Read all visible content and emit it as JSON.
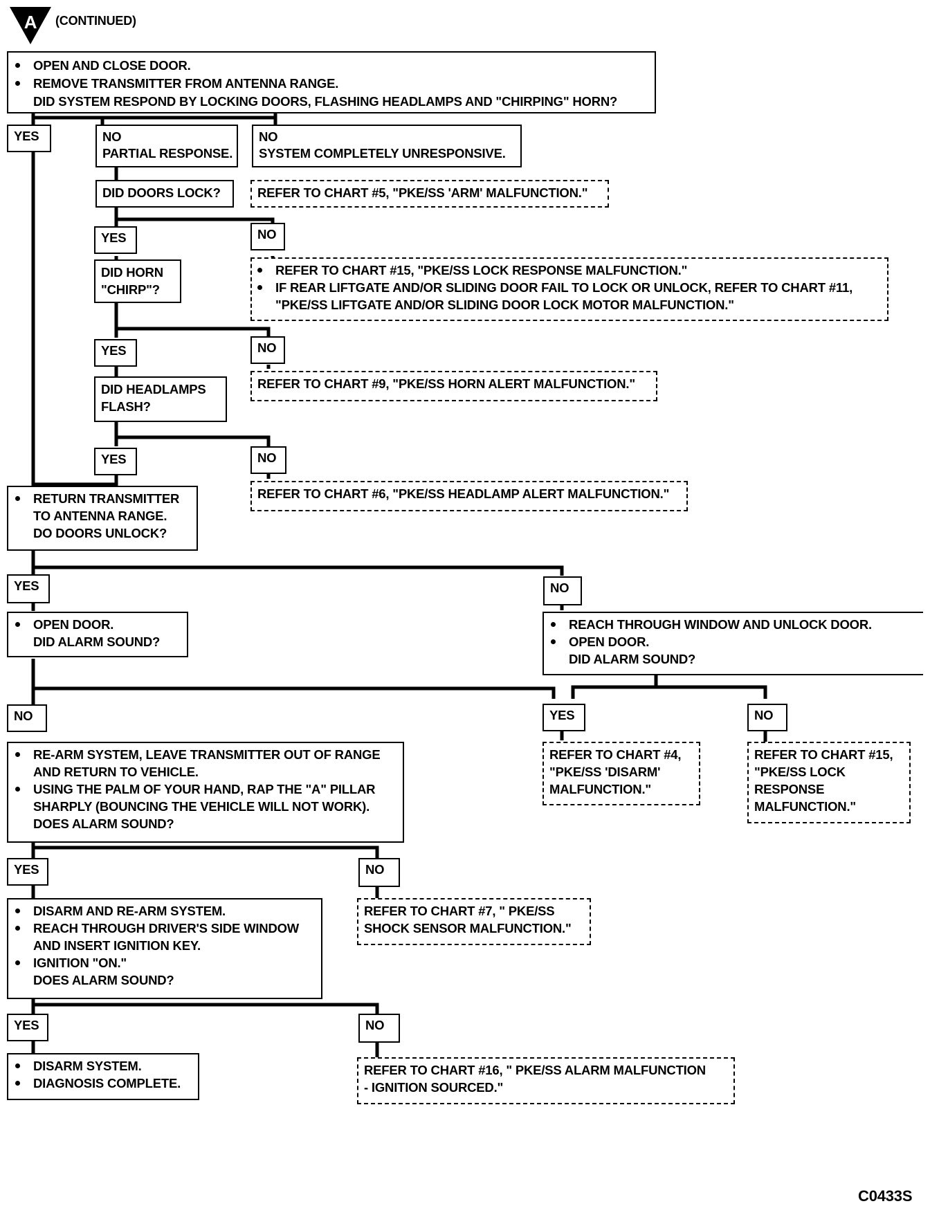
{
  "header": {
    "marker_letter": "A",
    "continued": "(CONTINUED)"
  },
  "figure_code": "C0433S",
  "nodes": {
    "q1": {
      "lines": [
        {
          "bullet": true,
          "text": "OPEN AND CLOSE DOOR."
        },
        {
          "bullet": true,
          "text": "REMOVE TRANSMITTER FROM ANTENNA RANGE."
        },
        {
          "bullet": false,
          "text": "DID SYSTEM RESPOND BY LOCKING DOORS, FLASHING HEADLAMPS AND \"CHIRPING\" HORN?"
        }
      ]
    },
    "yes1": {
      "text": "YES"
    },
    "no_partial": {
      "lines": [
        "NO",
        "PARTIAL RESPONSE."
      ]
    },
    "no_unresp": {
      "lines": [
        "NO",
        "SYSTEM COMPLETELY UNRESPONSIVE."
      ]
    },
    "q_doors_lock": {
      "text": "DID DOORS LOCK?"
    },
    "ref5": {
      "text": "REFER TO CHART #5, \"PKE/SS 'ARM' MALFUNCTION.\""
    },
    "yes2": {
      "text": "YES"
    },
    "no2": {
      "text": "NO"
    },
    "q_horn": {
      "lines": [
        "DID HORN",
        "\"CHIRP\"?"
      ]
    },
    "ref15a": {
      "lines": [
        {
          "bullet": true,
          "text": "REFER TO CHART #15, \"PKE/SS LOCK RESPONSE MALFUNCTION.\""
        },
        {
          "bullet": true,
          "text": "IF REAR LIFTGATE AND/OR SLIDING DOOR FAIL TO LOCK OR UNLOCK, REFER TO CHART #11,"
        },
        {
          "bullet": false,
          "text": "\"PKE/SS LIFTGATE AND/OR SLIDING DOOR LOCK MOTOR MALFUNCTION.\""
        }
      ]
    },
    "yes3": {
      "text": "YES"
    },
    "no3": {
      "text": "NO"
    },
    "q_headlamps": {
      "lines": [
        "DID HEADLAMPS",
        "FLASH?"
      ]
    },
    "ref9": {
      "text": "REFER TO CHART #9, \"PKE/SS HORN ALERT MALFUNCTION.\""
    },
    "yes4": {
      "text": "YES"
    },
    "no4": {
      "text": "NO"
    },
    "q_return": {
      "lines": [
        {
          "bullet": true,
          "text": "RETURN TRANSMITTER"
        },
        {
          "bullet": false,
          "text": "TO ANTENNA RANGE."
        },
        {
          "bullet": false,
          "text": "DO DOORS UNLOCK?"
        }
      ]
    },
    "ref6": {
      "text": "REFER TO CHART #6, \"PKE/SS HEADLAMP ALERT MALFUNCTION.\""
    },
    "yes5": {
      "text": "YES"
    },
    "no5": {
      "text": "NO"
    },
    "q_open_door": {
      "lines": [
        {
          "bullet": true,
          "text": "OPEN DOOR."
        },
        {
          "bullet": false,
          "text": "DID ALARM SOUND?"
        }
      ]
    },
    "q_reach": {
      "lines": [
        {
          "bullet": true,
          "text": "REACH THROUGH WINDOW AND UNLOCK DOOR."
        },
        {
          "bullet": true,
          "text": "OPEN DOOR."
        },
        {
          "bullet": false,
          "text": "DID ALARM SOUND?"
        }
      ]
    },
    "no6": {
      "text": "NO"
    },
    "yes6": {
      "text": "YES"
    },
    "no7": {
      "text": "NO"
    },
    "q_rearm": {
      "lines": [
        {
          "bullet": true,
          "text": "RE-ARM SYSTEM, LEAVE TRANSMITTER OUT OF RANGE"
        },
        {
          "bullet": false,
          "text": "AND RETURN TO VEHICLE."
        },
        {
          "bullet": true,
          "text": "USING THE PALM OF YOUR HAND, RAP THE \"A\" PILLAR"
        },
        {
          "bullet": false,
          "text": "SHARPLY (BOUNCING THE VEHICLE WILL NOT WORK)."
        },
        {
          "bullet": false,
          "text": "DOES ALARM SOUND?"
        }
      ]
    },
    "ref4": {
      "lines": [
        "REFER TO CHART #4,",
        "\"PKE/SS 'DISARM'",
        "MALFUNCTION.\""
      ]
    },
    "ref15b": {
      "lines": [
        "REFER TO CHART #15,",
        "\"PKE/SS LOCK",
        "RESPONSE",
        "MALFUNCTION.\""
      ]
    },
    "yes7": {
      "text": "YES"
    },
    "no8": {
      "text": "NO"
    },
    "q_disarm": {
      "lines": [
        {
          "bullet": true,
          "text": "DISARM AND RE-ARM SYSTEM."
        },
        {
          "bullet": true,
          "text": "REACH THROUGH DRIVER'S SIDE WINDOW"
        },
        {
          "bullet": false,
          "text": "AND INSERT IGNITION KEY."
        },
        {
          "bullet": true,
          "text": "IGNITION \"ON.\""
        },
        {
          "bullet": false,
          "text": "DOES ALARM SOUND?"
        }
      ]
    },
    "ref7": {
      "lines": [
        "REFER TO CHART #7, \" PKE/SS",
        "SHOCK SENSOR MALFUNCTION.\""
      ]
    },
    "yes8": {
      "text": "YES"
    },
    "no9": {
      "text": "NO"
    },
    "end": {
      "lines": [
        {
          "bullet": true,
          "text": "DISARM SYSTEM."
        },
        {
          "bullet": true,
          "text": "DIAGNOSIS COMPLETE."
        }
      ]
    },
    "ref16": {
      "lines": [
        "REFER TO CHART #16, \" PKE/SS ALARM MALFUNCTION",
        "- IGNITION SOURCED.\""
      ]
    }
  }
}
